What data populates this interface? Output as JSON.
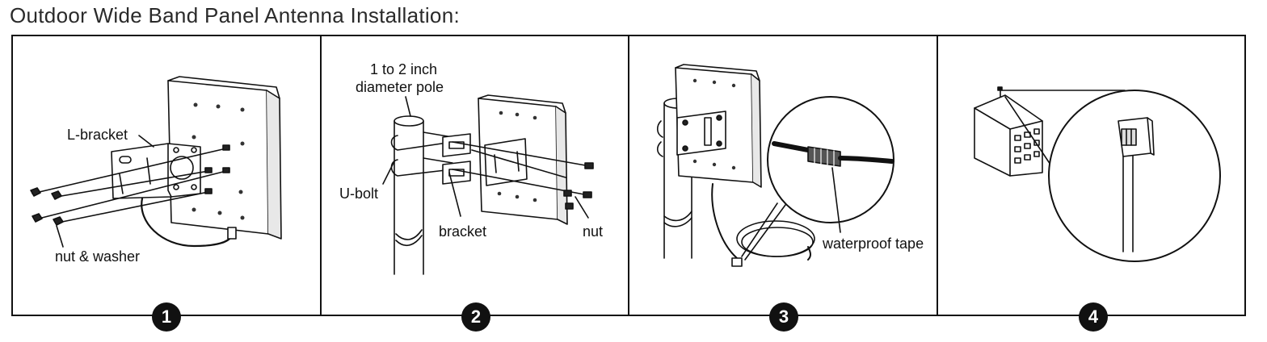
{
  "title": "Outdoor Wide Band Panel Antenna Installation:",
  "panels": [
    {
      "step": "1",
      "labels": {
        "bracket": "L-bracket",
        "nut": "nut & washer"
      }
    },
    {
      "step": "2",
      "labels": {
        "pole": "1 to 2 inch",
        "pole2": "diameter pole",
        "ubolt": "U-bolt",
        "bracket": "bracket",
        "nut": "nut"
      }
    },
    {
      "step": "3",
      "labels": {
        "tape": "waterproof tape"
      }
    },
    {
      "step": "4",
      "labels": {}
    }
  ],
  "colors": {
    "line": "#111111",
    "background": "#ffffff",
    "badge": "#111111"
  }
}
